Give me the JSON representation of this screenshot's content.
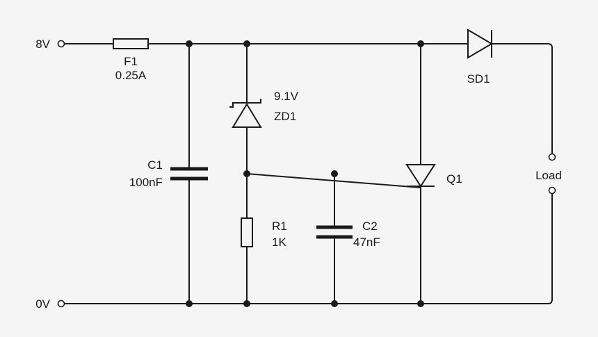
{
  "colors": {
    "background": "#f5f5f5",
    "ink": "#1a1a1a"
  },
  "terminals": {
    "positive": "8V",
    "ground": "0V"
  },
  "components": {
    "fuse": {
      "ref": "F1",
      "value": "0.25A"
    },
    "cap1": {
      "ref": "C1",
      "value": "100nF"
    },
    "zener": {
      "ref": "ZD1",
      "value": "9.1V"
    },
    "resistor": {
      "ref": "R1",
      "value": "1K"
    },
    "cap2": {
      "ref": "C2",
      "value": "47nF"
    },
    "scr": {
      "ref": "Q1"
    },
    "diode": {
      "ref": "SD1"
    },
    "load": {
      "label": "Load"
    }
  }
}
